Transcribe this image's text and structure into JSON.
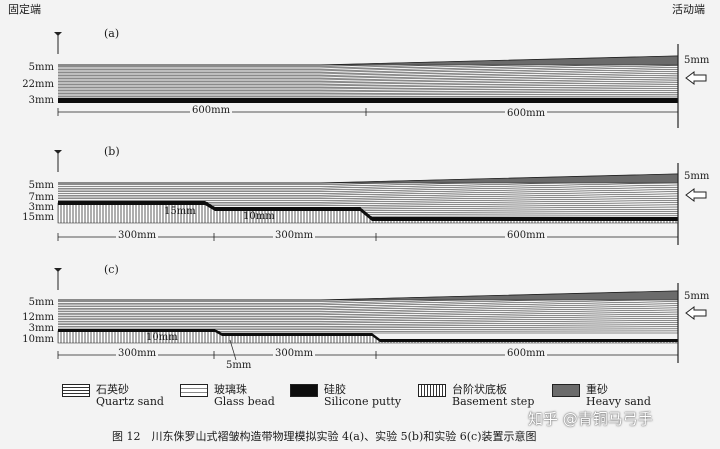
{
  "header": {
    "fixed_end": "固定端",
    "moving_end": "活动端"
  },
  "panels": [
    {
      "id": "a",
      "label": "(a)",
      "thickness_labels": [
        "5mm",
        "22mm",
        "3mm"
      ],
      "right_label": "5mm",
      "dimension_labels": [
        "600mm",
        "600mm"
      ],
      "inline_labels": []
    },
    {
      "id": "b",
      "label": "(b)",
      "thickness_labels": [
        "5mm",
        "7mm",
        "3mm",
        "15mm"
      ],
      "right_label": "5mm",
      "dimension_labels": [
        "300mm",
        "300mm",
        "600mm"
      ],
      "inline_labels": [
        "15mm",
        "10mm"
      ]
    },
    {
      "id": "c",
      "label": "(c)",
      "thickness_labels": [
        "5mm",
        "12mm",
        "3mm",
        "10mm"
      ],
      "right_label": "5mm",
      "dimension_labels": [
        "300mm",
        "300mm",
        "600mm"
      ],
      "inline_labels": [
        "10mm",
        "5mm"
      ]
    }
  ],
  "legend": [
    {
      "zh": "石英砂",
      "en": "Quartz sand",
      "pattern": "quartz",
      "icon": "quartz-sand-swatch-icon"
    },
    {
      "zh": "玻璃珠",
      "en": "Glass bead",
      "pattern": "glass",
      "icon": "glass-bead-swatch-icon"
    },
    {
      "zh": "硅胶",
      "en": "Silicone putty",
      "pattern": "silicone",
      "icon": "silicone-putty-swatch-icon"
    },
    {
      "zh": "台阶状底板",
      "en": "Basement step",
      "pattern": "basement",
      "icon": "basement-step-swatch-icon"
    },
    {
      "zh": "重砂",
      "en": "Heavy sand",
      "pattern": "heavy",
      "icon": "heavy-sand-swatch-icon"
    }
  ],
  "caption": "图 12　川东侏罗山式褶皱构造带物理模拟实验 4(a)、实验 5(b)和实验 6(c)装置示意图",
  "watermark": "知乎 @青铜马弓手",
  "colors": {
    "background": "#f3f3f3",
    "line": "#222222",
    "silicone": "#0d0d0d",
    "heavy_sand": "#6b6b6b"
  }
}
